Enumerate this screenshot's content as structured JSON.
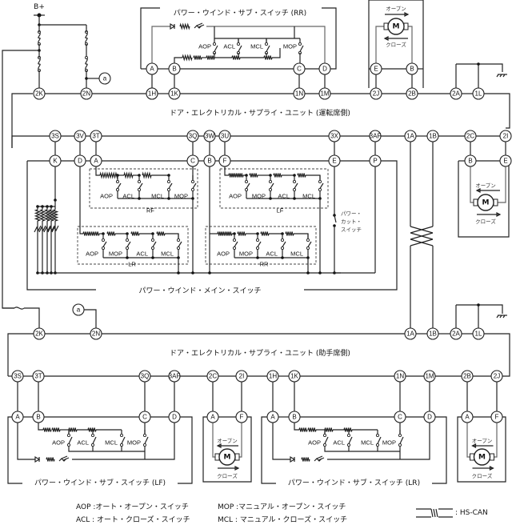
{
  "power": {
    "label": "B+"
  },
  "splice": {
    "label": "a"
  },
  "units": {
    "driver": {
      "title": "ドア・エレクトリカル・サプライ・ユニット (運転席側)",
      "top_pins": [
        "2K",
        "2N",
        "1H",
        "1K",
        "1N",
        "1M",
        "2J",
        "2B",
        "2A",
        "1L"
      ],
      "bottom_pins": [
        "3S",
        "3V",
        "3T",
        "3Q",
        "3W",
        "3U",
        "3X",
        "3AF",
        "1A",
        "1B",
        "2C",
        "2I"
      ]
    },
    "passenger": {
      "title": "ドア・エレクトリカル・サプライ・ユニット (助手席側)",
      "top_pins": [
        "2K",
        "2N",
        "1A",
        "1B",
        "2A",
        "1L"
      ],
      "bottom_pins": [
        "3S",
        "3T",
        "3Q",
        "3AF",
        "2C",
        "2I",
        "1H",
        "1K",
        "1N",
        "1M",
        "2B",
        "2J"
      ]
    }
  },
  "switches": {
    "rr_sub": {
      "title": "パワー・ウインド・サブ・スイッチ (RR)",
      "pins": [
        "A",
        "B",
        "C",
        "D"
      ],
      "contacts": [
        "AOP",
        "ACL",
        "MCL",
        "MOP"
      ]
    },
    "lf_sub": {
      "title": "パワー・ウインド・サブ・スイッチ (LF)",
      "pins": [
        "A",
        "B",
        "C",
        "D"
      ],
      "contacts": [
        "AOP",
        "ACL",
        "MCL",
        "MOP"
      ]
    },
    "lr_sub": {
      "title": "パワー・ウインド・サブ・スイッチ (LR)",
      "pins": [
        "A",
        "B",
        "C",
        "D"
      ],
      "contacts": [
        "AOP",
        "ACL",
        "MCL",
        "MOP"
      ]
    },
    "main": {
      "title": "パワー・ウインド・メイン・スイッチ",
      "pins": [
        "K",
        "D",
        "A",
        "C",
        "B",
        "F",
        "E",
        "P"
      ],
      "groups": [
        {
          "name": "RF",
          "contacts": [
            "AOP",
            "ACL",
            "MCL",
            "MOP"
          ]
        },
        {
          "name": "LF",
          "contacts": [
            "AOP",
            "MOP",
            "ACL",
            "MCL"
          ]
        },
        {
          "name": "LR",
          "contacts": [
            "AOP",
            "MOP",
            "ACL",
            "MCL"
          ]
        },
        {
          "name": "RR",
          "contacts": [
            "AOP",
            "MOP",
            "ACL",
            "MCL"
          ]
        }
      ],
      "cut_switch": "パワー・\nカット・\nスイッチ"
    }
  },
  "motors": {
    "symbol": "M",
    "open_label": "オープン",
    "close_label": "クローズ",
    "rr_pins": [
      "E",
      "B"
    ],
    "rf_pins": [
      "B",
      "E"
    ],
    "lf_pins": [
      "A",
      "F"
    ],
    "lr_pins": [
      "A",
      "F"
    ]
  },
  "legend": {
    "items": [
      {
        "abbr": "AOP",
        "desc": "オート・オープン・スイッチ"
      },
      {
        "abbr": "ACL",
        "desc": "オート・クローズ・スイッチ"
      },
      {
        "abbr": "MOP",
        "desc": "マニュアル・オープン・スイッチ"
      },
      {
        "abbr": "MCL",
        "desc": "マニュアル・クローズ・スイッチ"
      }
    ],
    "can_label": ": HS-CAN"
  }
}
